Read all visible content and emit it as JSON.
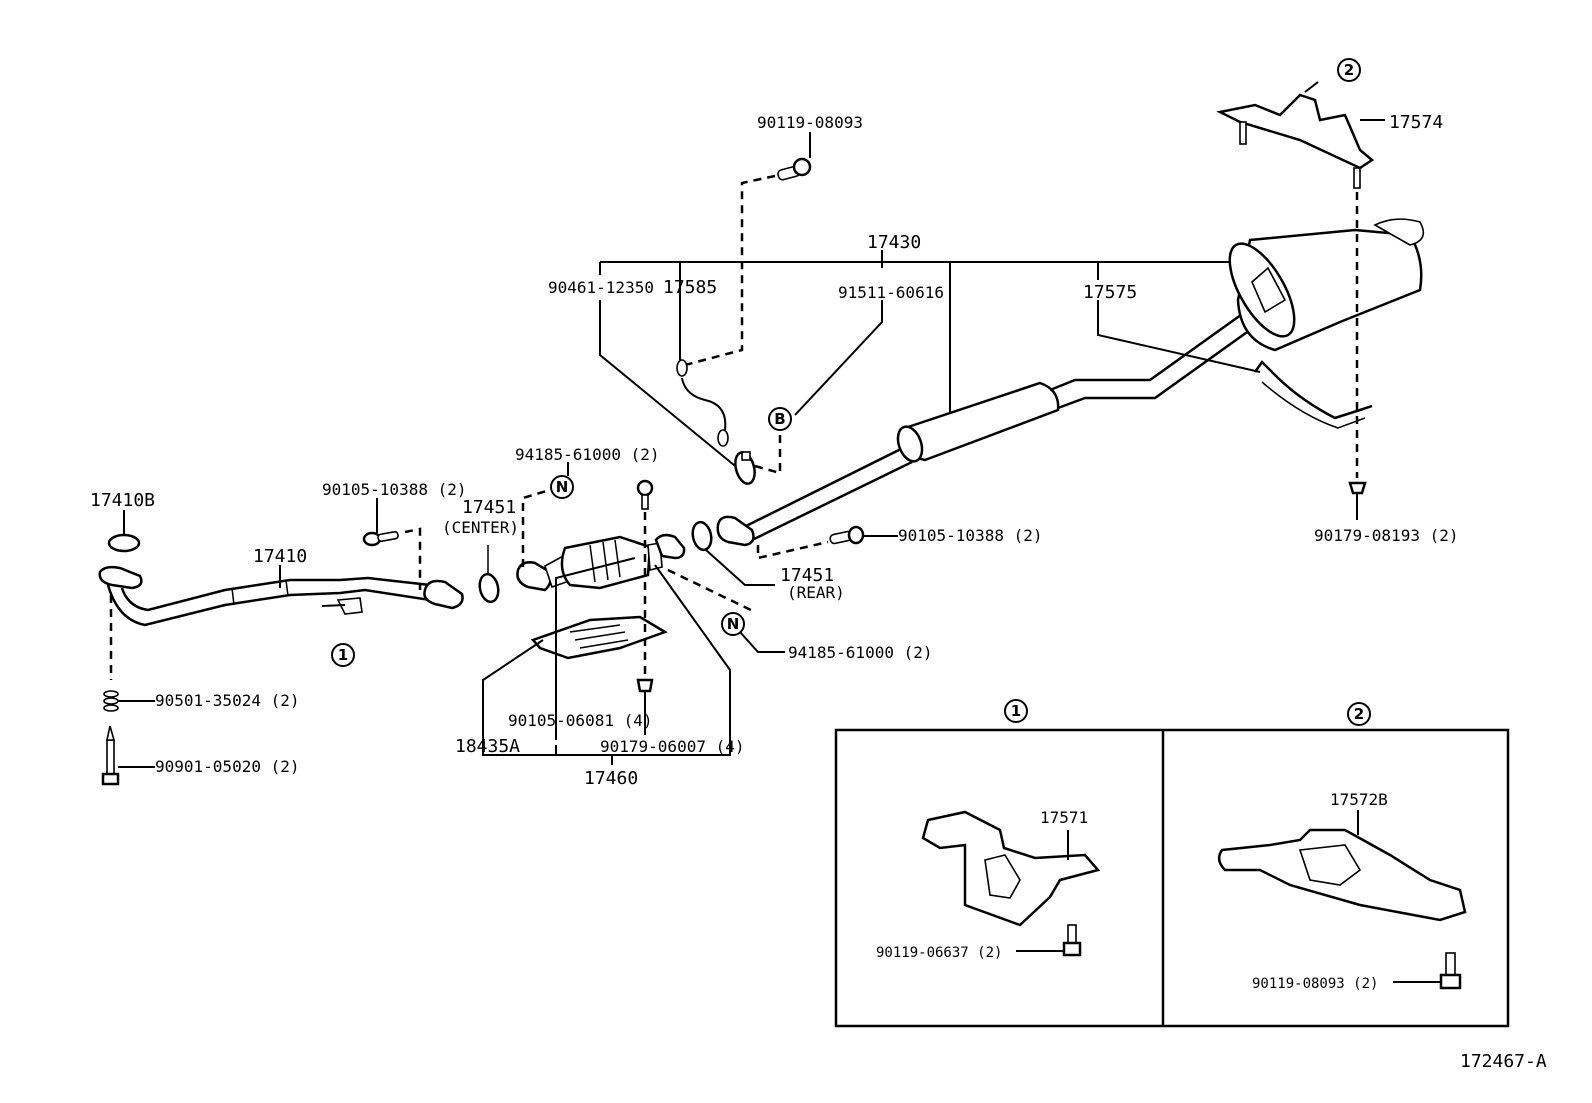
{
  "diagram": {
    "title": "Exhaust Pipe Assembly",
    "figure_id": "172467-A",
    "callouts": {
      "view1": "1",
      "view2": "2",
      "marker_b": "B",
      "marker_n": "N"
    },
    "labels": {
      "p_90119_08093_top": "90119-08093",
      "p_17430": "17430",
      "p_90461_12350": "90461-12350",
      "p_17585": "17585",
      "p_91511_60616": "91511-60616",
      "p_17575": "17575",
      "p_17574": "17574",
      "p_94185_61000_a": "94185-61000 (2)",
      "p_94185_61000_b": "94185-61000 (2)",
      "p_17410B": "17410B",
      "p_90105_10388_a": "90105-10388 (2)",
      "p_90105_10388_b": "90105-10388 (2)",
      "p_17451_center": "17451",
      "p_17451_center_sub": "(CENTER)",
      "p_17451_rear": "17451",
      "p_17451_rear_sub": "(REAR)",
      "p_17410": "17410",
      "p_90179_08193": "90179-08193 (2)",
      "p_90501_35024": "90501-35024 (2)",
      "p_90901_05020": "90901-05020 (2)",
      "p_90105_06081": "90105-06081 (4)",
      "p_18435A": "18435A",
      "p_90179_06007": "90179-06007 (4)",
      "p_17460": "17460",
      "p_17571": "17571",
      "p_90119_06637": "90119-06637 (2)",
      "p_17572B": "17572B",
      "p_90119_08093_detail": "90119-08093 (2)"
    }
  }
}
